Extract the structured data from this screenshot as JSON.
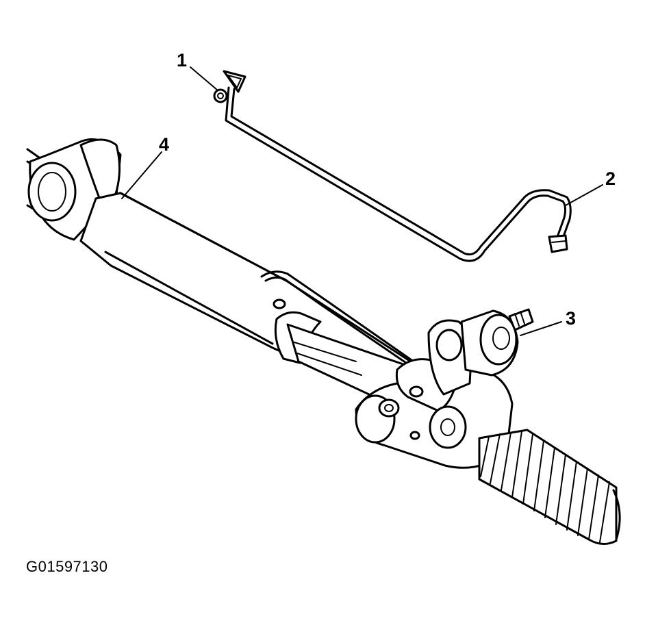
{
  "callouts": {
    "c1": "1",
    "c2": "2",
    "c3": "3",
    "c4": "4"
  },
  "figure_id": "G01597130"
}
